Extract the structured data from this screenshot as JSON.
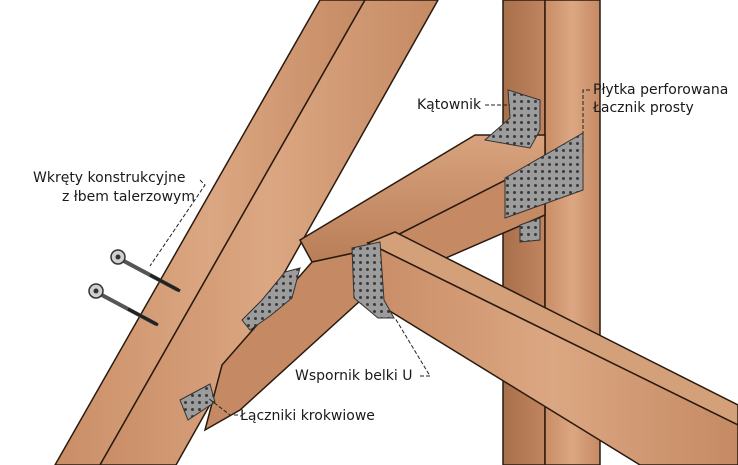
{
  "labels": {
    "screws_line1": "Wkręty konstrukcyjne",
    "screws_line2": "z łbem talerzowym",
    "angle_bracket": "Kątownik",
    "perforated_plate": "Płytka perforowana",
    "straight_connector": "Łacznik prosty",
    "u_joist_hanger": "Wspornik belki U",
    "rafter_connectors": "Łączniki krokwiowe"
  },
  "colors": {
    "wood_light": "#d9a47e",
    "wood_mid": "#c48a62",
    "wood_dark": "#9a6444",
    "outline": "#2a1a10",
    "metal": "#a9a9a9",
    "metal_dark": "#6e6e6e"
  }
}
